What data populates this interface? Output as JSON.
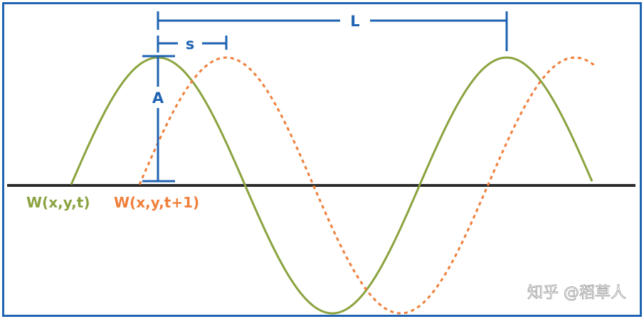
{
  "labels": {
    "wave_length": "L",
    "shift": "s",
    "amplitude": "A",
    "wave_current": "W(x,y,t)",
    "wave_next": "W(x,y,t+1)"
  },
  "watermark": "知乎 @稻草人",
  "colors": {
    "frame": "#1f63b3",
    "wave_current": "#8aa33f",
    "wave_next": "#ef7f3a",
    "dimension": "#1f63b3",
    "axis": "#2b2b2b"
  }
}
